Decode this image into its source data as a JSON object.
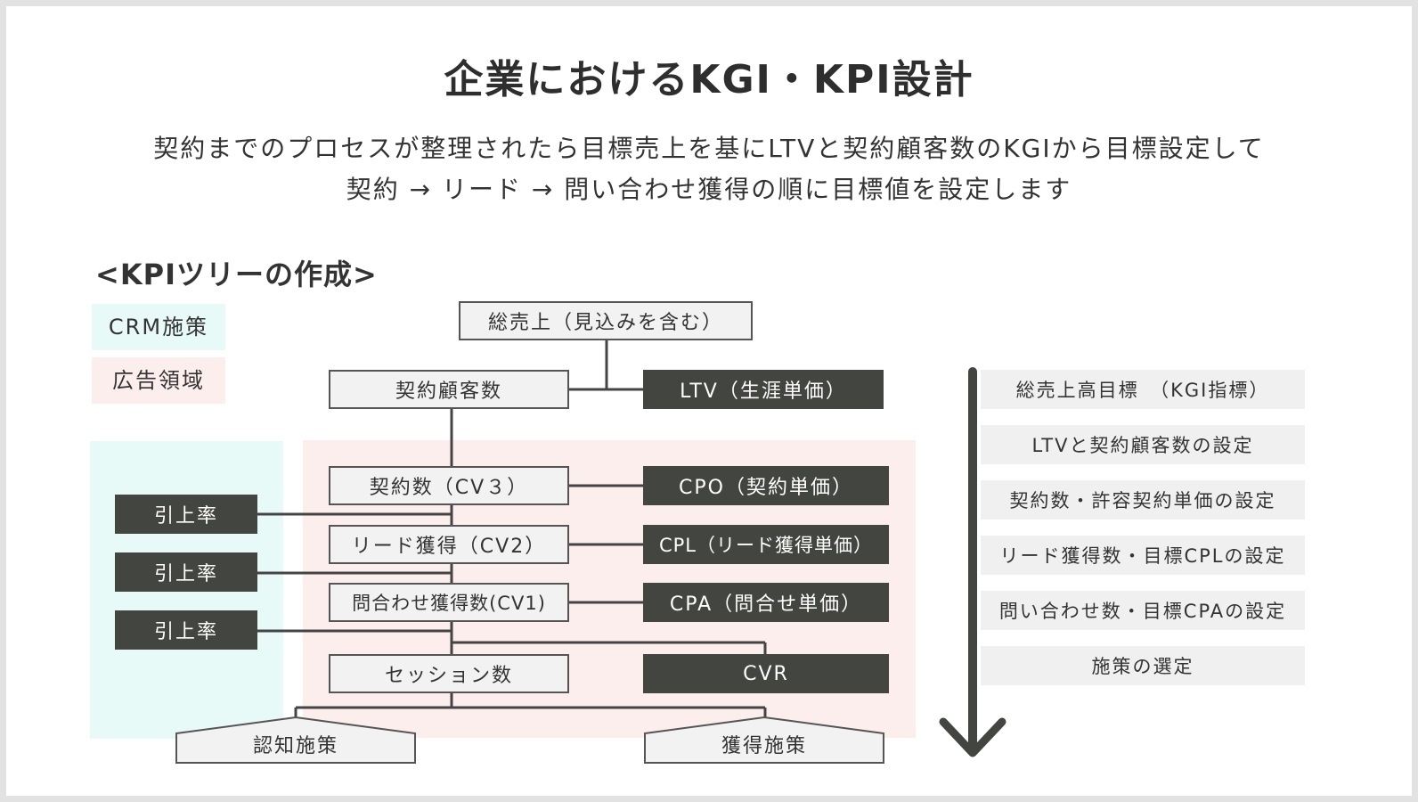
{
  "title": "企業におけるKGI・KPI設計",
  "subtitle": {
    "line1": "契約までのプロセスが整理されたら目標売上を基にLTVと契約顧客数のKGIから目標設定して",
    "line2": "契約 → リード → 問い合わせ獲得の順に目標値を設定します"
  },
  "section_heading": "<KPIツリーの作成>",
  "legend": {
    "crm": "CRM施策",
    "ad": "広告領域"
  },
  "colors": {
    "crm_area": "#e8faf8",
    "ad_area": "#fdeeee",
    "dark_box": "#434541",
    "light_box": "#f2f2f2"
  },
  "tree": {
    "total_sales": "総売上（見込みを含む）",
    "customers": "契約顧客数",
    "ltv": "LTV（生涯単価）",
    "contracts": "契約数（CV３）",
    "cpo": "CPO（契約単価）",
    "leads": "リード獲得（CV2）",
    "cpl": "CPL（リード獲得単価）",
    "inquiries": "問合わせ獲得数(CV1)",
    "cpa": "CPA（問合せ単価）",
    "sessions": "セッション数",
    "cvr": "CVR",
    "uplift1": "引上率",
    "uplift2": "引上率",
    "uplift3": "引上率",
    "awareness": "認知施策",
    "acquisition": "獲得施策"
  },
  "flow_steps": [
    "総売上高目標　（KGI指標）",
    "LTVと契約顧客数の設定",
    "契約数・許容契約単価の設定",
    "リード獲得数・目標CPLの設定",
    "問い合わせ数・目標CPAの設定",
    "施策の選定"
  ]
}
